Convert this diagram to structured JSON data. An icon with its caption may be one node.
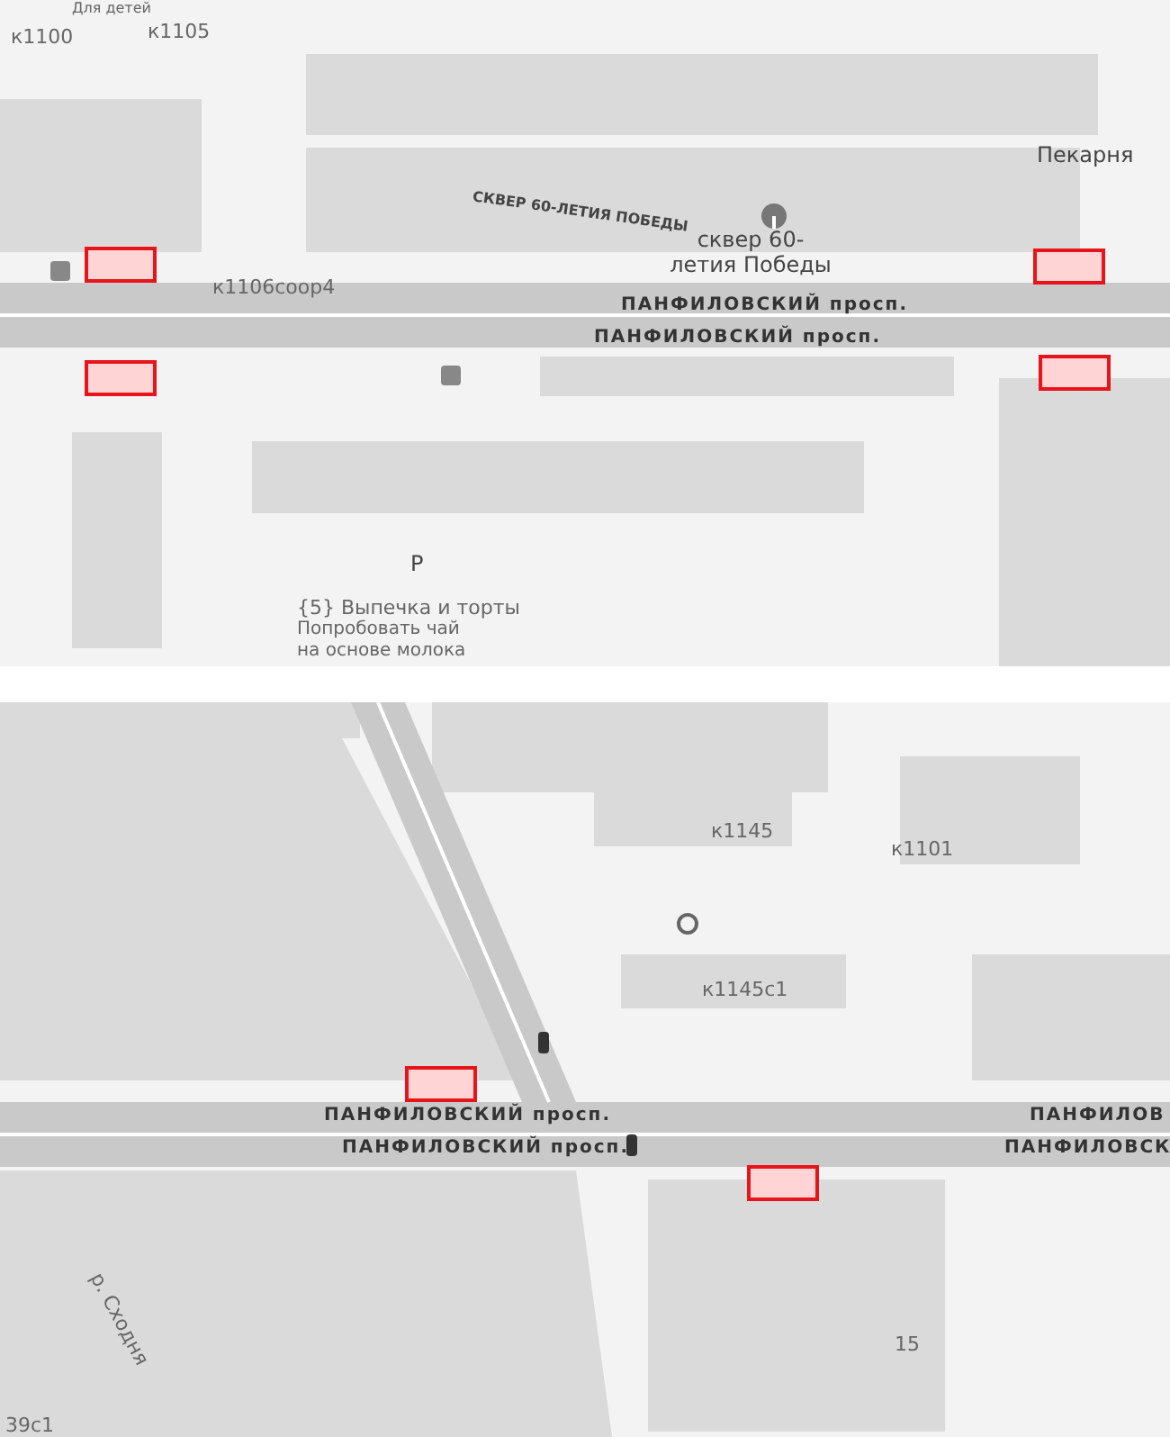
{
  "diagram": {
    "nodes": [
      {
        "text": [],
        "shape": "box"
      },
      {
        "text": [],
        "shape": "box"
      },
      {
        "text": [],
        "shape": "box"
      },
      {
        "text": [],
        "shape": "box"
      },
      {
        "text": [],
        "shape": "box"
      },
      {
        "text": [],
        "shape": "box"
      }
    ],
    "edges": [],
    "labels": [
      "Для детей",
      "к1105",
      "к1100",
      "Пекарня",
      "СКВЕР 60-ЛЕТИЯ ПОБЕДЫ",
      "сквер 60-летия Победы",
      "к1106соор4",
      "ПАНФИЛОВСКИЙ просп.",
      "ПАНФИЛОВСКИЙ просп.",
      "P",
      "{5} Выпечка и торты",
      "Попробовать чай на основе молока",
      "к1145",
      "к1101",
      "к1145с1",
      "ПАНФИЛОВСКИЙ просп.",
      "ПАНФИЛОВСКИЙ просп.",
      "ПАНФИЛОВ",
      "ПАНФИЛОВСК",
      "15",
      "р. Сходня",
      "39с1"
    ]
  }
}
